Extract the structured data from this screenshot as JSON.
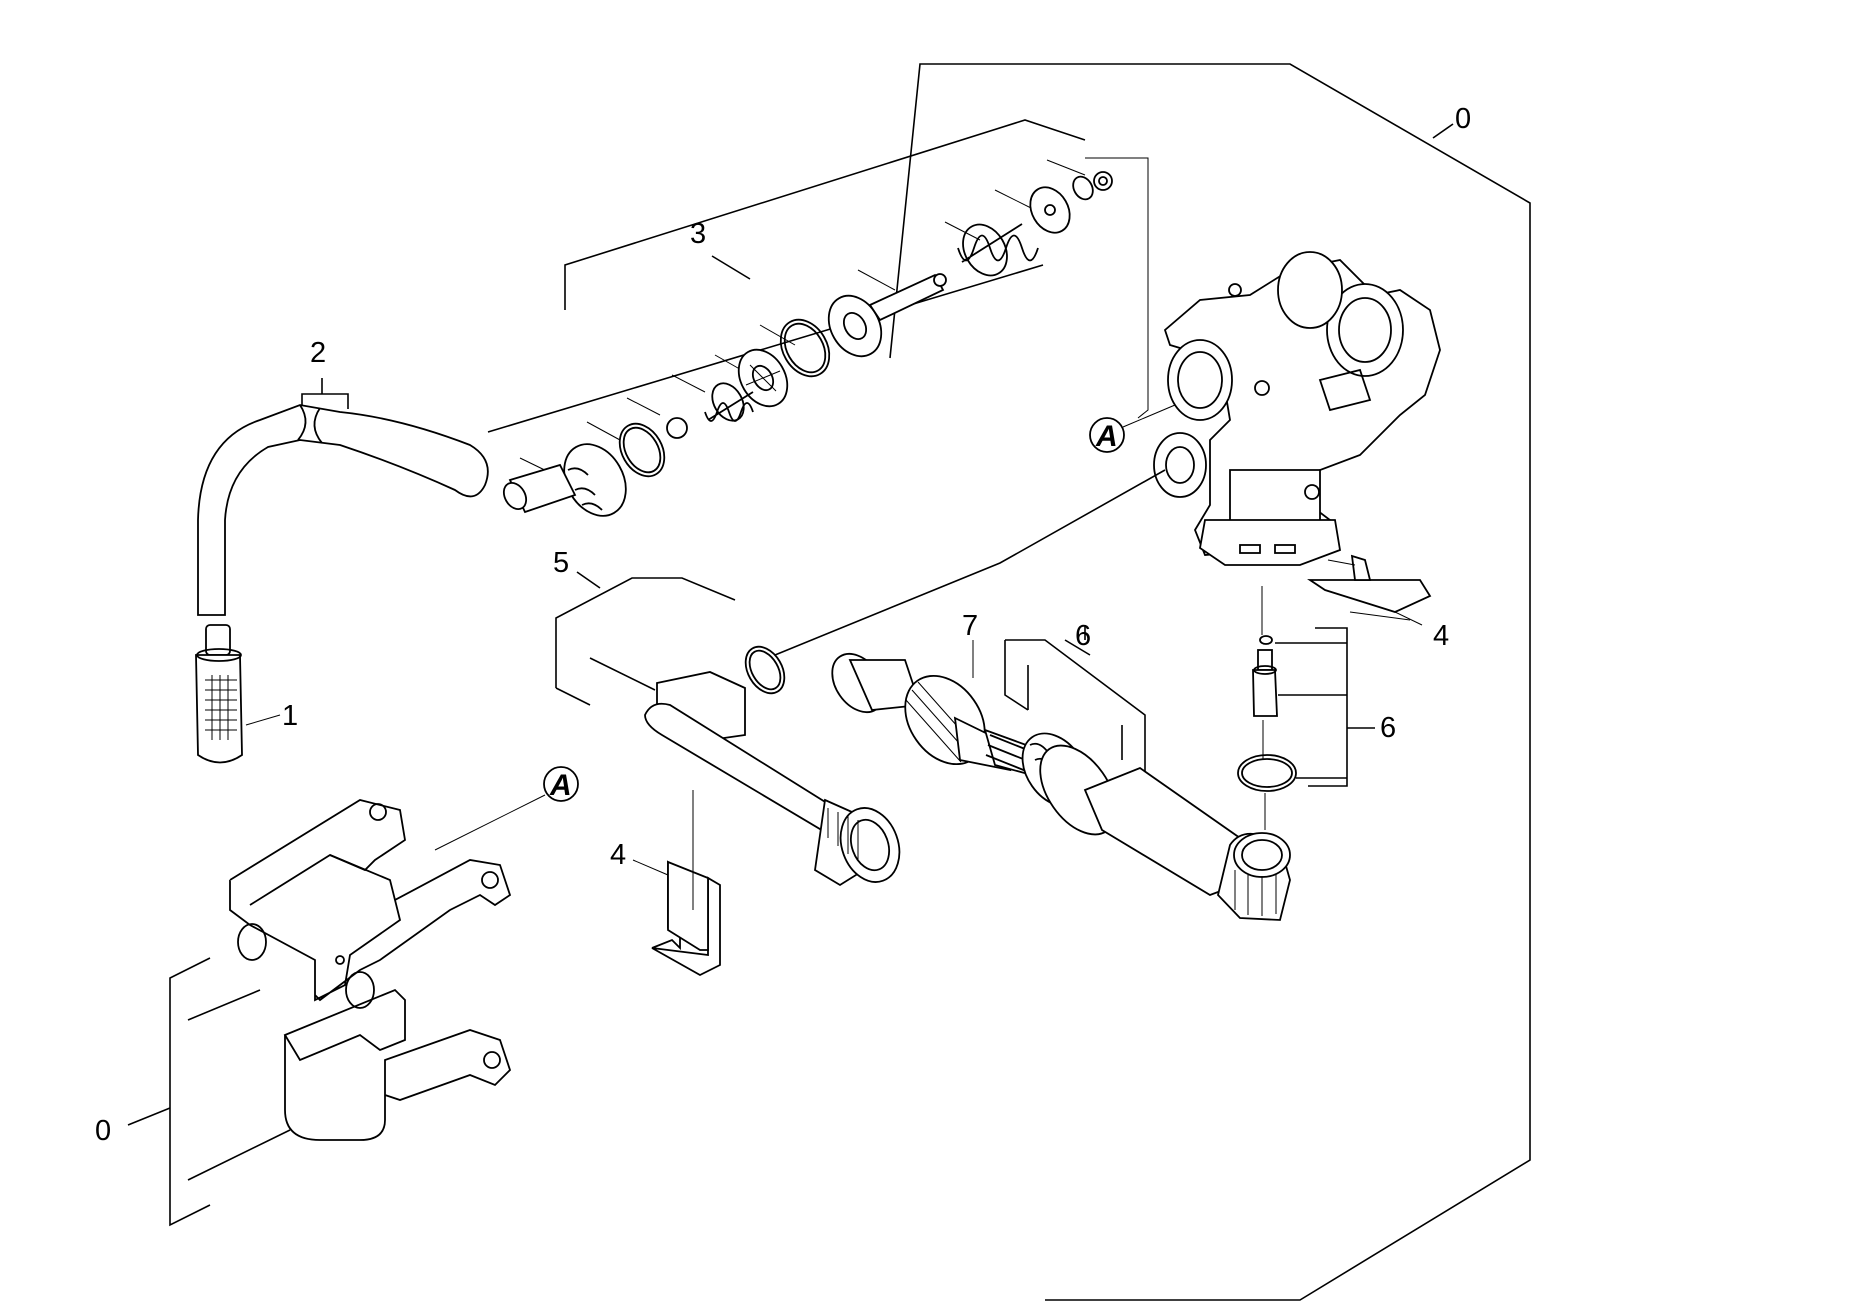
{
  "figure_type": "exploded parts diagram",
  "labels": {
    "label_0_top": "0",
    "label_0_left": "0",
    "label_1": "1",
    "label_2": "2",
    "label_3": "3",
    "label_4_right": "4",
    "label_4_left": "4",
    "label_5": "5",
    "label_6_center": "6",
    "label_6_right": "6",
    "label_7": "7",
    "callout_a_top": "A",
    "callout_a_bottom": "A"
  }
}
